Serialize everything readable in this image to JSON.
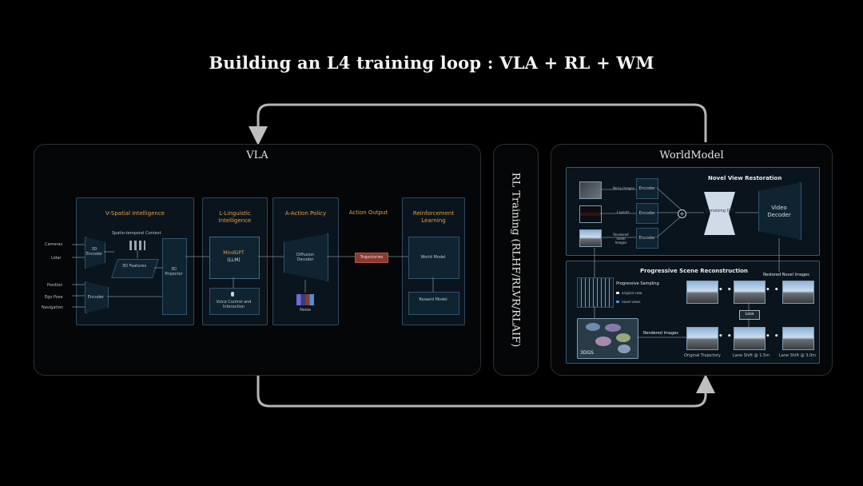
{
  "title": "Building an L4 training loop : VLA + RL + WM",
  "vla": {
    "title": "VLA",
    "spatial": {
      "title": "V-Spatial Intelligence",
      "context": "Spatio-temporal Context",
      "inputs": [
        "Cameras",
        "Lidar",
        "Position",
        "Ego Pose",
        "Navigation"
      ],
      "encoder_3d": "3D Encoder",
      "features_3d": "3D Features",
      "projector_3d": "3D Projector",
      "encoder": "Encoder"
    },
    "linguistic": {
      "title": "L-Linguistic Intelligence",
      "mindgpt": "MindGPT",
      "llm": "(LLM)",
      "voice": "Voice Control and Interaction"
    },
    "action": {
      "title": "A-Action Policy",
      "diffusion": "Diffusion Decoder",
      "noise": "Noise"
    },
    "action_output": {
      "title": "Action Output",
      "trajectories": "Trajectories"
    },
    "rl": {
      "title": "Reinforcement Learning",
      "world_model": "World Model",
      "reward_model": "Reward Model"
    }
  },
  "rl_training": "RL Training (RLHF/RLVR/RLAIF)",
  "wm": {
    "title": "WorldModel",
    "nvr": {
      "title": "Novel View Restoration",
      "inputs": [
        "Noisy Images",
        "Layouts",
        "Rendered novel Images"
      ],
      "encoder": "Encoder",
      "dit": "Denoising DiT",
      "decoder": "Video Decoder"
    },
    "psr": {
      "title": "Progressive Scene Reconstruction",
      "sampling": "Progressive Sampling",
      "legend": [
        "original view",
        "novel views"
      ],
      "gs": "3DGS",
      "rendered": "Rendered Images",
      "restored": "Restored Novel Images",
      "loss": "Loss",
      "captions": [
        "Original Trajectory",
        "Lane Shift @ 1.5m",
        "Lane Shift @ 3.0m"
      ],
      "ellipsis": "• • •"
    }
  },
  "colors": {
    "accent": "#e2a24a",
    "box_border": "#2e4a5e",
    "trajectory": "#8a3a32"
  }
}
